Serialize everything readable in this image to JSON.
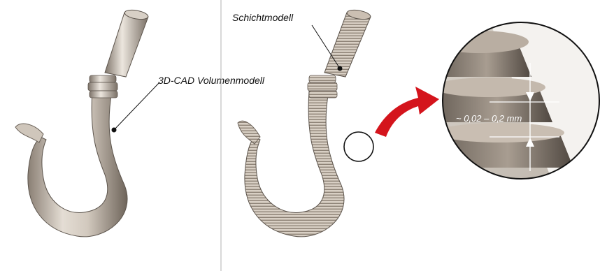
{
  "labels": {
    "volume_model": "3D-CAD Volumenmodell",
    "layer_model": "Schichtmodell",
    "layer_thickness": "~ 0,02 – 0,2 mm"
  },
  "colors": {
    "metal_light": "#e4ddd4",
    "metal_mid": "#b8ada0",
    "metal_dark": "#6e645a",
    "arrow_red": "#d4141c",
    "divider": "#b0b0b0"
  }
}
